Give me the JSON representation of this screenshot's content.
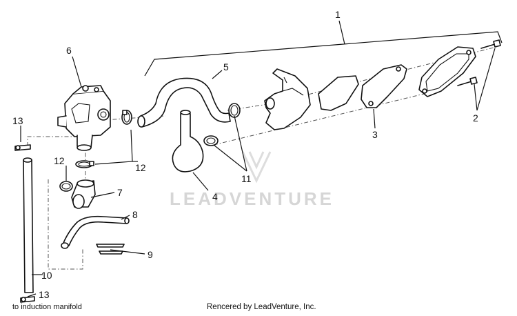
{
  "callouts": {
    "c1": "1",
    "c2": "2",
    "c3": "3",
    "c4": "4",
    "c5": "5",
    "c6": "6",
    "c7": "7",
    "c8": "8",
    "c9": "9",
    "c10": "10",
    "c11": "11",
    "c12a": "12",
    "c12b": "12",
    "c13a": "13",
    "c13b": "13"
  },
  "annotation": "to induction manifold",
  "watermark": "LEADVENTURE",
  "footer": "Rencered by LeadVenture, Inc.",
  "colors": {
    "line": "#111111",
    "watermark": "#d6d6d6",
    "background": "#ffffff"
  }
}
